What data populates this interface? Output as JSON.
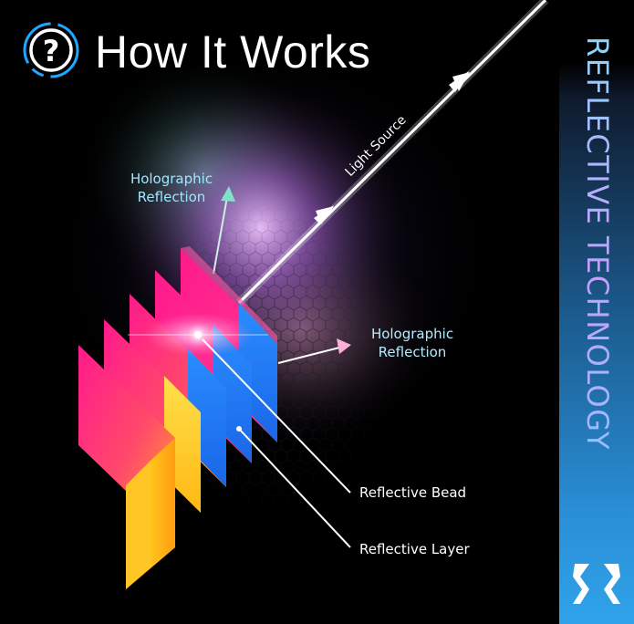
{
  "title": "How It Works",
  "vertical_title": "REFLECTIVE TECHNOLOGY",
  "labels": {
    "light_source": "Light Source",
    "holographic_reflection_top": "Holographic Reflection",
    "holographic_reflection_right": "Holographic Reflection",
    "reflective_bead": "Reflective Bead",
    "reflective_layer": "Reflective Layer"
  },
  "icons": {
    "title_icon": "question-mark-icon",
    "brand_logo": "brand-logo-icon"
  },
  "colors": {
    "background": "#000000",
    "panel_magenta": "#ff1a8c",
    "panel_yellow": "#ffd21f",
    "panel_blue": "#1e7bff",
    "accent_cyan": "#1fa8ff",
    "holo_teal": "#7fe3c9",
    "holo_pink": "#ff9fcf"
  }
}
